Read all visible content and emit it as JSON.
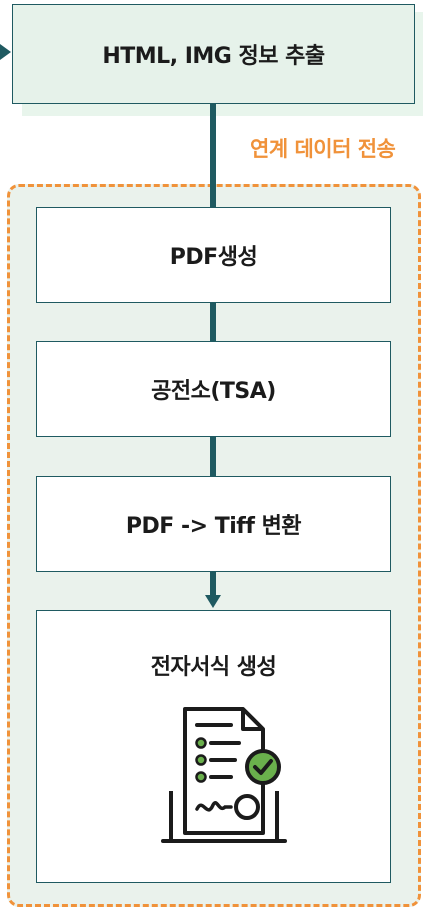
{
  "diagram": {
    "top_step": "HTML, IMG 정보 추출",
    "section_label": "연계 데이터 전송",
    "steps": [
      "PDF생성",
      "공전소(TSA)",
      "PDF -> Tiff 변환"
    ],
    "final_step": "전자서식 생성",
    "final_icon": "e-form-document-check-icon",
    "colors": {
      "connector": "#1f5a61",
      "dashed_border": "#f0923a",
      "section_label": "#f0923a",
      "group_background": "#eaf2ec",
      "top_box_background": "#e6f2ea",
      "check_badge": "#6ab04c"
    }
  }
}
